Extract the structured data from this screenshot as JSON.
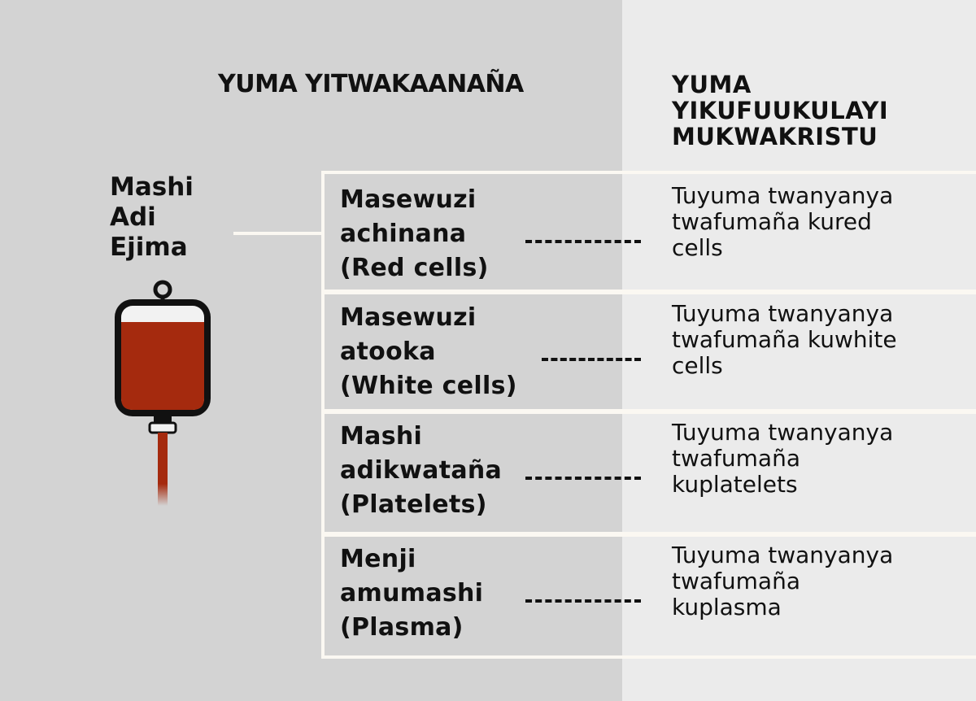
{
  "headers": {
    "primary_components": "YUMA YITWAKAANAÑA",
    "christian_decision": [
      "YUMA",
      "YIKUFUUKULAYI",
      "MUKWAKRISTU"
    ]
  },
  "whole_blood": [
    "Mashi",
    "Adi",
    "Ejima"
  ],
  "rows": [
    {
      "component": [
        "Masewuzi",
        "achinana",
        "(Red cells)"
      ],
      "fraction": [
        "Tuyuma twanyanya",
        "twafumaña kured",
        "cells"
      ]
    },
    {
      "component": [
        "Masewuzi",
        "atooka",
        "(White cells)"
      ],
      "fraction": [
        "Tuyuma twanyanya",
        "twafumaña kuwhite",
        "cells"
      ]
    },
    {
      "component": [
        "Mashi",
        "adikwataña",
        "(Platelets)"
      ],
      "fraction": [
        "Tuyuma twanyanya",
        "twafumaña",
        "kuplatelets"
      ]
    },
    {
      "component": [
        "Menji",
        "amumashi",
        "(Plasma)"
      ],
      "fraction": [
        "Tuyuma twanyanya",
        "twafumaña",
        "kuplasma"
      ]
    }
  ],
  "icons": {
    "blood_bag": "blood-bag-icon"
  },
  "colors": {
    "left_panel": "#d3d3d3",
    "right_panel": "#ebebeb",
    "divider": "#fbf8f2",
    "blood": "#a52a0e"
  }
}
